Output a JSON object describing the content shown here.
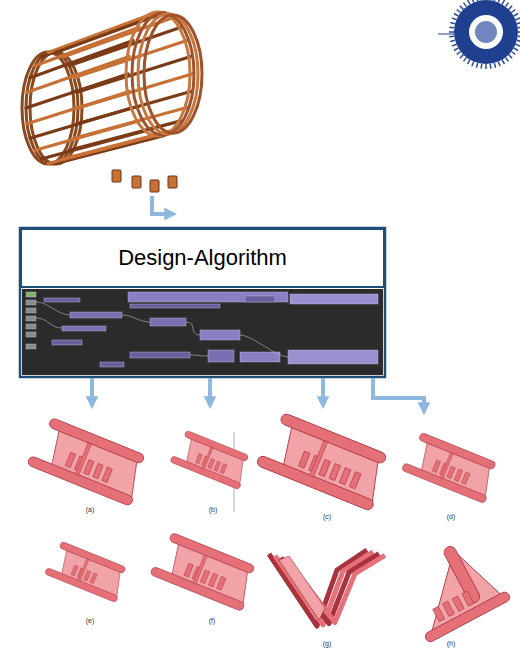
{
  "diagram": {
    "nodes": [
      {
        "text": [
          "Design-Algorithm"
        ]
      }
    ],
    "labels": [
      "(a)",
      "(b)",
      "(c)",
      "(d)",
      "(e)",
      "(f)",
      "(g)",
      "(h)"
    ]
  }
}
